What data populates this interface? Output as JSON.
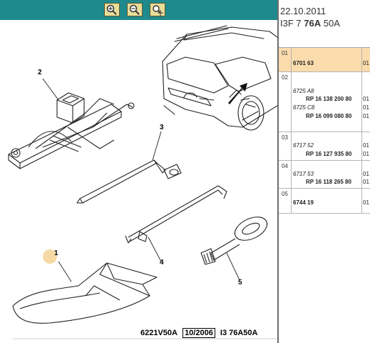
{
  "toolbar": {
    "zoom_in_icon": "zoom-in-magnifier",
    "zoom_out_icon": "zoom-out-magnifier",
    "zoom_pan_icon": "zoom-pan-crosshair"
  },
  "callouts": [
    "1",
    "2",
    "3",
    "4",
    "5"
  ],
  "footer": {
    "code": "6221V50A",
    "date": "10/2006",
    "ref": "I3 76A50A"
  },
  "panel": {
    "date": "22.10.2011",
    "ref_prefix": "I3F 7",
    "ref_bold": "76A",
    "ref_suffix": "50A",
    "rows": [
      {
        "idx": "01",
        "lines": [
          {
            "text": "6701 63",
            "style": "b",
            "qty": "01"
          }
        ]
      },
      {
        "idx": "02",
        "lines": [
          {
            "text": "6725 A8",
            "style": "it",
            "qty": ""
          },
          {
            "text": "RP 16 138 200 80",
            "style": "b",
            "qty": "01"
          },
          {
            "text": "6725 C8",
            "style": "it",
            "qty": "01"
          },
          {
            "text": "RP 16 099 080 80",
            "style": "b",
            "qty": "01"
          }
        ]
      },
      {
        "idx": "03",
        "lines": [
          {
            "text": "6717 52",
            "style": "it",
            "qty": "01"
          },
          {
            "text": "RP 16 127 935 80",
            "style": "b",
            "qty": "01"
          }
        ]
      },
      {
        "idx": "04",
        "lines": [
          {
            "text": "6717 53",
            "style": "it",
            "qty": "01"
          },
          {
            "text": "RP 16 118 265 80",
            "style": "b",
            "qty": "01"
          }
        ]
      },
      {
        "idx": "05",
        "lines": [
          {
            "text": "6744 19",
            "style": "b",
            "qty": "01"
          }
        ]
      }
    ]
  }
}
